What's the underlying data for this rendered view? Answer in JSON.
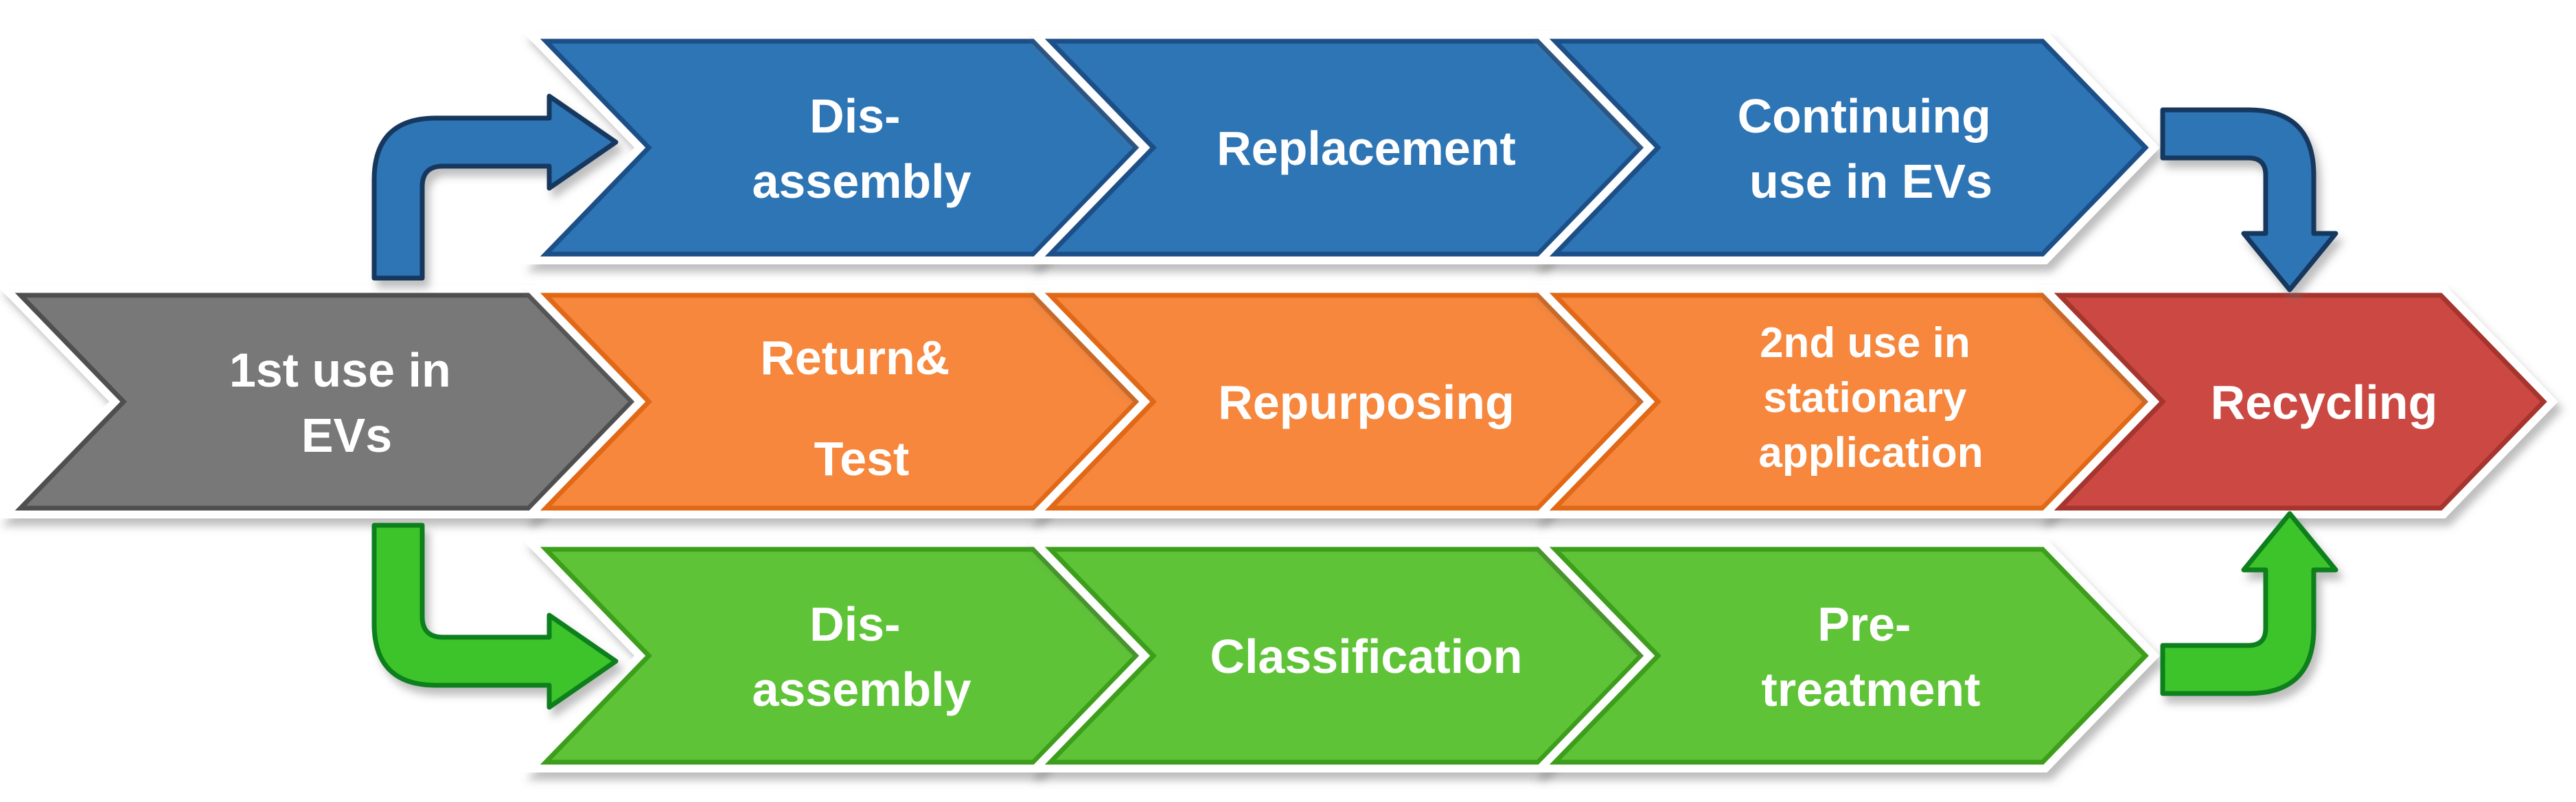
{
  "figure": {
    "type": "process-flow-diagram",
    "description": "Battery life-cycle flow with three parallel paths and recycling end stage",
    "background": "#FFFFFF"
  },
  "colors": {
    "chevron_blue": "#2E75B5",
    "chevron_orange": "#F6873C",
    "chevron_green": "#5FC338",
    "chevron_red": "#CB4A42",
    "chevron_gray": "#787878",
    "arrow_blue": "#2E75B5",
    "arrow_green": "#3EC42C",
    "outline_white": "#FFFFFF",
    "label_text": "#FFFFFF"
  },
  "rows": {
    "top": "continuing use path (blue)",
    "middle": "repurposing path (orange)",
    "bottom": "recycling preparation path (green)"
  },
  "stages": {
    "first_use": {
      "row": "middle",
      "color": "#787878",
      "line1": "1st use in",
      "line2": "EVs"
    },
    "disassembly_top": {
      "row": "top",
      "color": "#2E75B5",
      "line1": "Dis-",
      "line2": "assembly"
    },
    "replacement": {
      "row": "top",
      "color": "#2E75B5",
      "line1": "Replacement"
    },
    "continuing_use": {
      "row": "top",
      "color": "#2E75B5",
      "line1": "Continuing",
      "line2": "use in EVs"
    },
    "return_test": {
      "row": "middle",
      "color": "#F6873C",
      "line1": "Return&",
      "line2": "Test"
    },
    "repurposing": {
      "row": "middle",
      "color": "#F6873C",
      "line1": "Repurposing"
    },
    "second_use": {
      "row": "middle",
      "color": "#F6873C",
      "line1": "2nd use in",
      "line2": "stationary",
      "line3": "application"
    },
    "recycling": {
      "row": "middle",
      "color": "#CB4A42",
      "line1": "Recycling"
    },
    "disassembly_bottom": {
      "row": "bottom",
      "color": "#5FC338",
      "line1": "Dis-",
      "line2": "assembly"
    },
    "classification": {
      "row": "bottom",
      "color": "#5FC338",
      "line1": "Classification"
    },
    "pretreatment": {
      "row": "bottom",
      "color": "#5FC338",
      "line1": "Pre-",
      "line2": "treatment"
    }
  },
  "arrows": {
    "to_top_row": {
      "color": "#2E75B5",
      "from": "1st use in EVs",
      "to": "Dis-assembly (top)",
      "direction": "up-then-right"
    },
    "to_bottom_row": {
      "color": "#3EC42C",
      "from": "1st use in EVs",
      "to": "Dis-assembly (bottom)",
      "direction": "down-then-right"
    },
    "top_to_recycling": {
      "color": "#2E75B5",
      "from": "Continuing use in EVs",
      "to": "Recycling",
      "direction": "right-then-down"
    },
    "bottom_to_recycling": {
      "color": "#3EC42C",
      "from": "Pre-treatment",
      "to": "Recycling",
      "direction": "right-then-up"
    }
  }
}
